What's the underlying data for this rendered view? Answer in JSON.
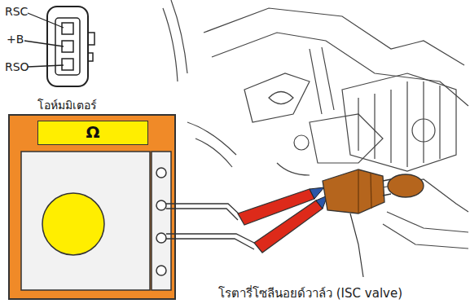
{
  "diagram": {
    "nodes": [
      {
        "text": [
          "โอห์มมิเตอร์"
        ]
      },
      {
        "text": [
          "Ω"
        ],
        "in": 0
      }
    ],
    "labels": [
      "RSC",
      "+B",
      "RSO",
      "โรตารี่โซลีนอยด์วาล์ว (ISC valve)"
    ]
  }
}
